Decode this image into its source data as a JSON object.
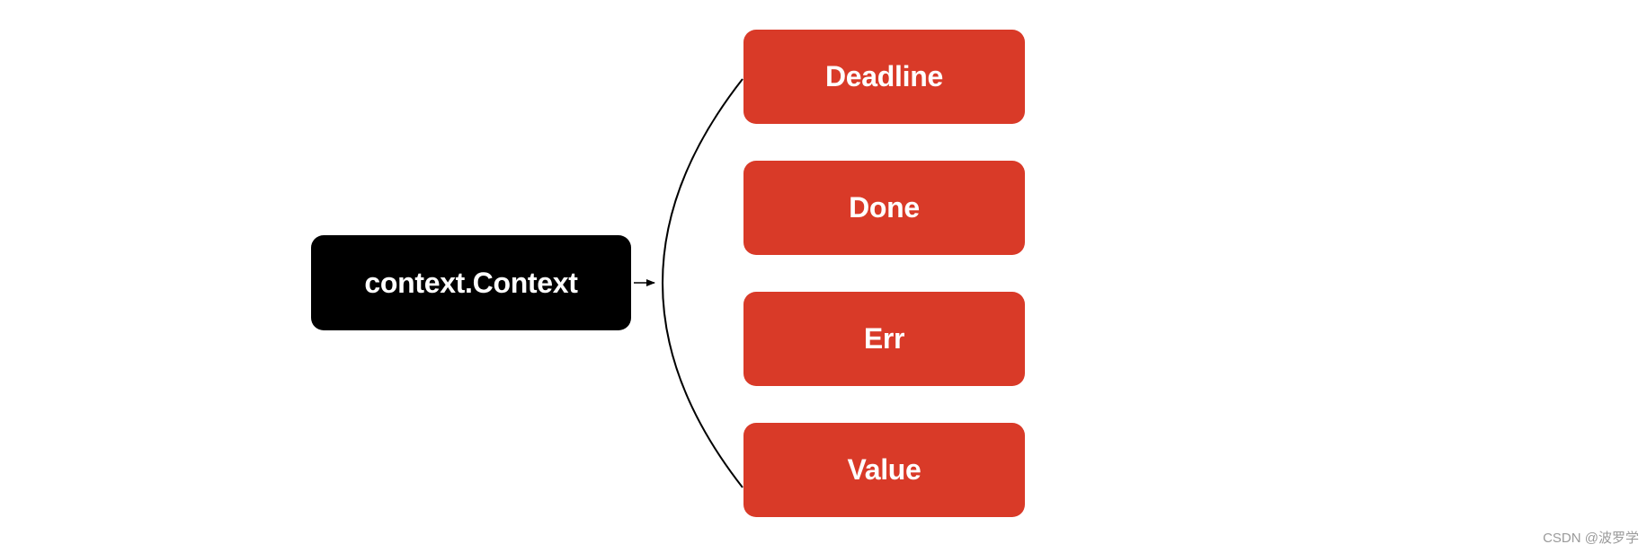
{
  "root": {
    "label": "context.Context",
    "color": "#000000"
  },
  "methods": [
    {
      "label": "Deadline"
    },
    {
      "label": "Done"
    },
    {
      "label": "Err"
    },
    {
      "label": "Value"
    }
  ],
  "method_color": "#d93a28",
  "watermark": "CSDN @波罗学"
}
